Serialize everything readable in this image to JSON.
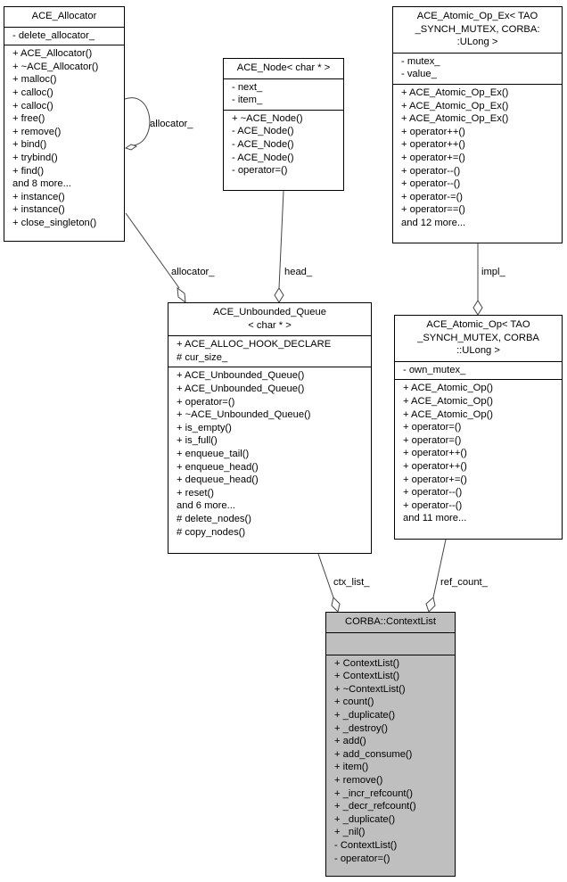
{
  "classes": {
    "ace_allocator": {
      "title": [
        "ACE_Allocator"
      ],
      "attributes": [
        "- delete_allocator_"
      ],
      "methods": [
        "+ ACE_Allocator()",
        "+ ~ACE_Allocator()",
        "+ malloc()",
        "+ calloc()",
        "+ calloc()",
        "+ free()",
        "+ remove()",
        "+ bind()",
        "+ trybind()",
        "+ find()",
        "and 8 more...",
        "+ instance()",
        "+ instance()",
        "+ close_singleton()"
      ]
    },
    "ace_node": {
      "title": [
        "ACE_Node< char * >"
      ],
      "attributes": [
        "- next_",
        "- item_"
      ],
      "methods": [
        "+ ~ACE_Node()",
        "- ACE_Node()",
        "- ACE_Node()",
        "- ACE_Node()",
        "- operator=()"
      ]
    },
    "ace_atomic_op_ex": {
      "title": [
        "ACE_Atomic_Op_Ex< TAO",
        "_SYNCH_MUTEX, CORBA:",
        ":ULong >"
      ],
      "attributes": [
        "- mutex_",
        "- value_"
      ],
      "methods": [
        "+ ACE_Atomic_Op_Ex()",
        "+ ACE_Atomic_Op_Ex()",
        "+ ACE_Atomic_Op_Ex()",
        "+ operator++()",
        "+ operator++()",
        "+ operator+=()",
        "+ operator--()",
        "+ operator--()",
        "+ operator-=()",
        "+ operator==()",
        "and 12 more..."
      ]
    },
    "ace_unbounded_queue": {
      "title": [
        "ACE_Unbounded_Queue",
        "< char * >"
      ],
      "attributes": [
        "+ ACE_ALLOC_HOOK_DECLARE",
        "# cur_size_"
      ],
      "methods": [
        "+ ACE_Unbounded_Queue()",
        "+ ACE_Unbounded_Queue()",
        "+ operator=()",
        "+ ~ACE_Unbounded_Queue()",
        "+ is_empty()",
        "+ is_full()",
        "+ enqueue_tail()",
        "+ enqueue_head()",
        "+ dequeue_head()",
        "+ reset()",
        "and 6 more...",
        "# delete_nodes()",
        "# copy_nodes()"
      ]
    },
    "ace_atomic_op": {
      "title": [
        "ACE_Atomic_Op< TAO",
        "_SYNCH_MUTEX, CORBA",
        "::ULong >"
      ],
      "attributes": [
        "- own_mutex_"
      ],
      "methods": [
        "+ ACE_Atomic_Op()",
        "+ ACE_Atomic_Op()",
        "+ ACE_Atomic_Op()",
        "+ operator=()",
        "+ operator=()",
        "+ operator++()",
        "+ operator++()",
        "+ operator+=()",
        "+ operator--()",
        "+ operator--()",
        "and 11 more..."
      ]
    },
    "context_list": {
      "title": [
        "CORBA::ContextList"
      ],
      "attributes": [],
      "methods": [
        "+ ContextList()",
        "+ ContextList()",
        "+ ~ContextList()",
        "+ count()",
        "+ _duplicate()",
        "+ _destroy()",
        "+ add()",
        "+ add_consume()",
        "+ item()",
        "+ remove()",
        "+ _incr_refcount()",
        "+ _decr_refcount()",
        "+ _duplicate()",
        "+ _nil()",
        "- ContextList()",
        "- operator=()"
      ]
    }
  },
  "edge_labels": {
    "allocator_self": "allocator_",
    "allocator_queue": "allocator_",
    "head": "head_",
    "impl": "impl_",
    "ctx_list": "ctx_list_",
    "ref_count": "ref_count_"
  }
}
